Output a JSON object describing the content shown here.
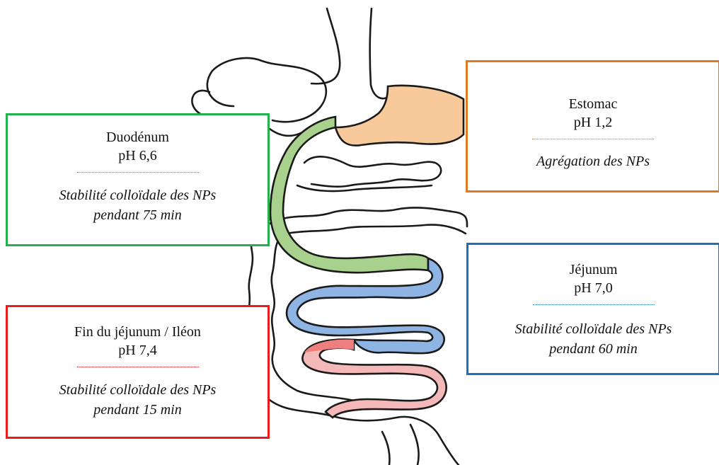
{
  "colors": {
    "stomach": "#e07a1f",
    "stomach_fill": "#f8c99a",
    "duodenum": "#22b14c",
    "duodenum_fill": "#a9d18e",
    "jejunum": "#1f6fbf",
    "jejunum_fill": "#8db4e2",
    "ileum": "#e81c1c",
    "ileum_fill": "#f4b8b8"
  },
  "segments": {
    "duodenum": {
      "name": "Duodénum",
      "ph": "pH 6,6",
      "note_line1": "Stabilité colloïdale des NPs",
      "note_line2": "pendant 75 min"
    },
    "stomach": {
      "name": "Estomac",
      "ph": "pH 1,2",
      "note_line1": "Agrégation des NPs"
    },
    "jejunum": {
      "name": "Jéjunum",
      "ph": "pH 7,0",
      "note_line1": "Stabilité colloïdale des NPs",
      "note_line2": "pendant 60 min"
    },
    "ileum": {
      "name": "Fin du jéjunum / Iléon",
      "ph": "pH 7,4",
      "note_line1": "Stabilité colloïdale des NPs",
      "note_line2": "pendant 15 min"
    }
  }
}
